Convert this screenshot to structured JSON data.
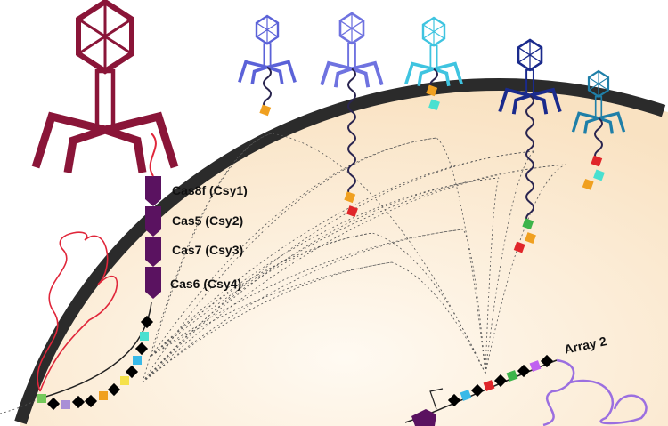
{
  "labels": {
    "cas8f": "Cas8f (Csy1)",
    "cas5": "Cas5 (Csy2)",
    "cas7": "Cas7 (Csy3)",
    "cas6": "Cas6 (Csy4)",
    "array2": "Array 2"
  },
  "colors": {
    "membrane": "#2b2b2b",
    "cytoplasm": "#fbe7cc",
    "cas_gene": "#5a1260",
    "large_phage": "#8a1538",
    "genome1": "#e0263a",
    "genome2": "#9b6fe0",
    "phage_colors": [
      "#5b62d8",
      "#6f73e0",
      "#3fc4e0",
      "#1a2a8c",
      "#1f7fa8"
    ],
    "array1_spacers": [
      "#73c95a",
      "#000000",
      "#a98fd6",
      "#000000",
      "#000000",
      "#f0a020",
      "#000000",
      "#f5e14a",
      "#000000",
      "#38b9e8",
      "#000000",
      "#49e0d0",
      "#000000"
    ],
    "array2_spacers": [
      "#000000",
      "#38b9e8",
      "#000000",
      "#e0262a",
      "#000000",
      "#3db44a",
      "#000000",
      "#c060f0",
      "#000000"
    ]
  }
}
